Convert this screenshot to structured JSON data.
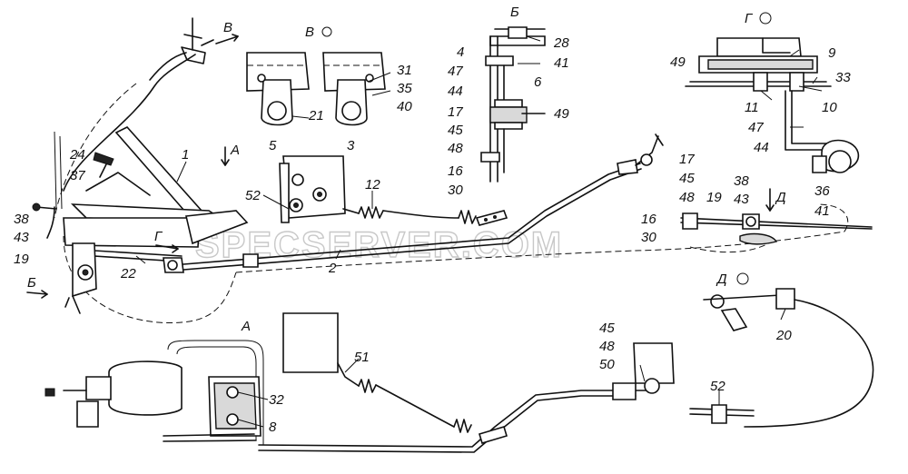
{
  "watermark": "SPECSERVER.COM",
  "view_labels": {
    "view_v": "В",
    "view_v_circle": "В",
    "view_b": "Б",
    "view_g": "Г",
    "view_a": "А",
    "view_a_arrow": "А",
    "view_d": "Д",
    "view_d_arrow": "Д",
    "view_g_arrow": "Г",
    "view_b_arrow": "Б"
  },
  "callouts": {
    "c1": "1",
    "c2": "2",
    "c3": "3",
    "c4": "4",
    "c5": "5",
    "c6": "6",
    "c8": "8",
    "c9": "9",
    "c10": "10",
    "c11": "11",
    "c12": "12",
    "c16a": "16",
    "c16b": "16",
    "c17a": "17",
    "c17b": "17",
    "c19a": "19",
    "c19b": "19",
    "c20": "20",
    "c21": "21",
    "c22": "22",
    "c24": "24",
    "c28": "28",
    "c30a": "30",
    "c30b": "30",
    "c31": "31",
    "c32": "32",
    "c33": "33",
    "c35": "35",
    "c36": "36",
    "c37": "37",
    "c38a": "38",
    "c38b": "38",
    "c40": "40",
    "c41a": "41",
    "c41b": "41",
    "c43a": "43",
    "c43b": "43",
    "c44a": "44",
    "c44b": "44",
    "c45a": "45",
    "c45b": "45",
    "c45c": "45",
    "c47a": "47",
    "c47b": "47",
    "c48a": "48",
    "c48b": "48",
    "c48c": "48",
    "c49a": "49",
    "c49b": "49",
    "c50": "50",
    "c51": "51",
    "c52a": "52",
    "c52b": "52"
  }
}
